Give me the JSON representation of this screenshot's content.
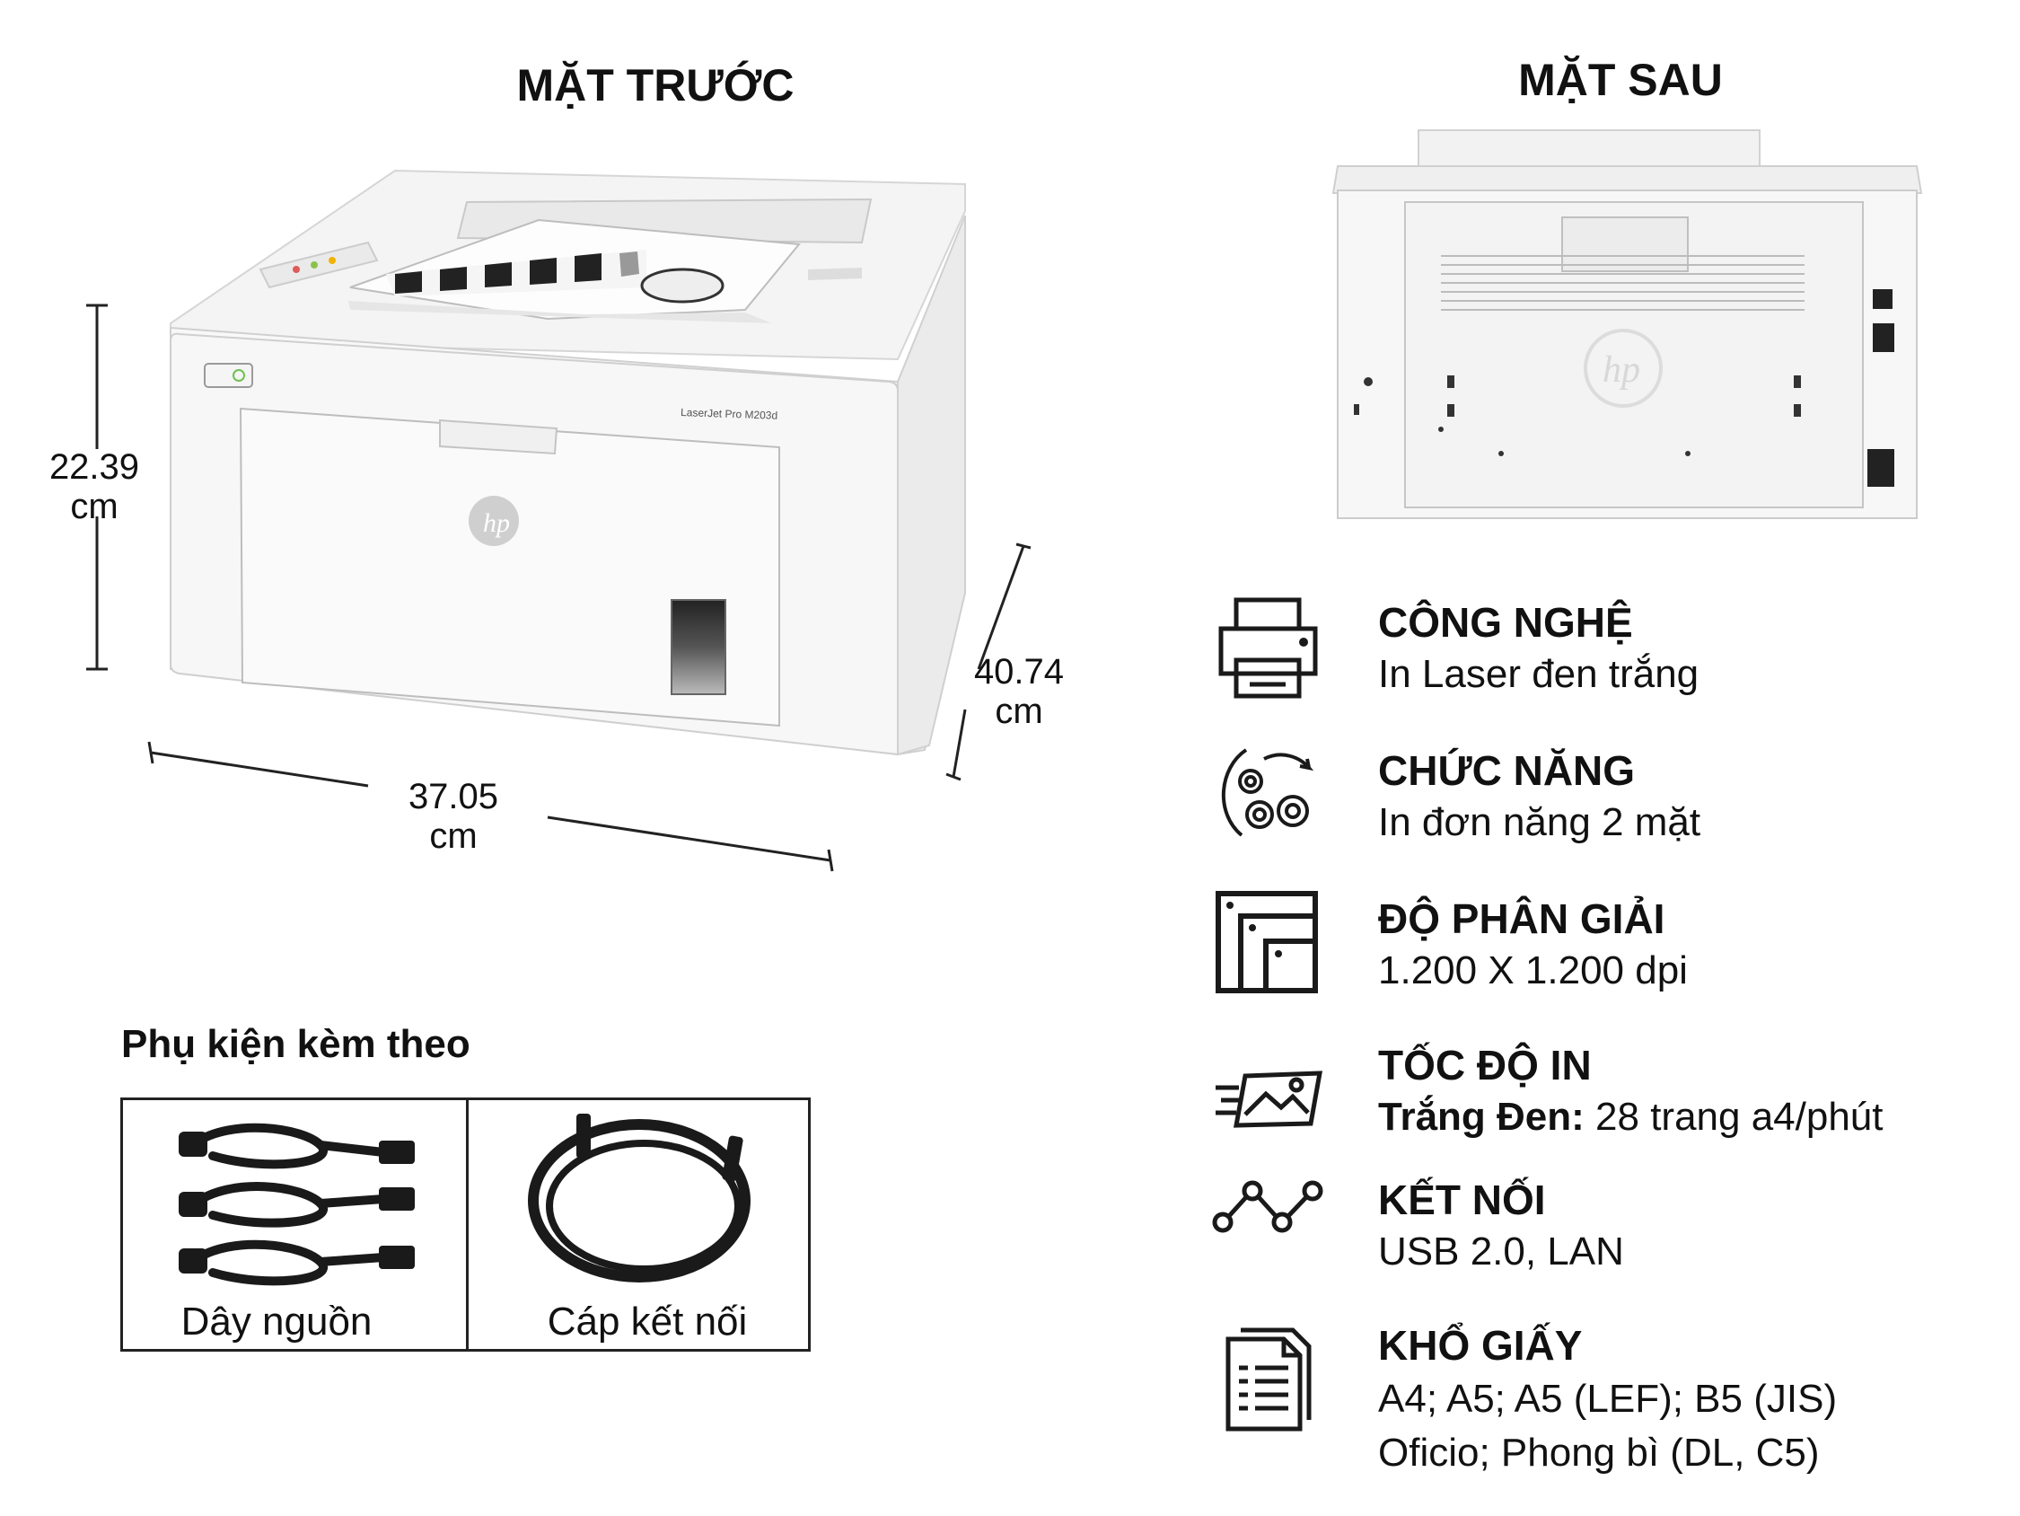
{
  "front": {
    "title": "MẶT TRƯỚC",
    "model_label": "LaserJet Pro M203d",
    "brand": "hp",
    "height_value": "22.39",
    "height_unit": "cm",
    "depth_value": "40.74",
    "depth_unit": "cm",
    "width_value": "37.05",
    "width_unit": "cm"
  },
  "back": {
    "title": "MẶT SAU",
    "brand": "hp"
  },
  "accessories": {
    "title": "Phụ kiện kèm theo",
    "items": [
      {
        "label": "Dây nguồn",
        "icon": "power-cord-icon"
      },
      {
        "label": "Cáp kết nối",
        "icon": "usb-cable-icon"
      }
    ]
  },
  "specs": [
    {
      "icon": "printer-icon",
      "title": "CÔNG NGHỆ",
      "value": "In Laser đen trắng"
    },
    {
      "icon": "gears-icon",
      "title": "CHỨC NĂNG",
      "value": "In đơn năng 2 mặt"
    },
    {
      "icon": "resolution-icon",
      "title": "ĐỘ PHÂN GIẢI",
      "value": "1.200 X 1.200 dpi"
    },
    {
      "icon": "speed-icon",
      "title": "TỐC ĐỘ IN",
      "value_label": "Trắng Đen:",
      "value": " 28 trang a4/phút"
    },
    {
      "icon": "connection-icon",
      "title": "KẾT NỐI",
      "value": "USB 2.0, LAN"
    },
    {
      "icon": "paper-icon",
      "title": "KHỔ GIẤY",
      "value": "A4; A5; A5 (LEF); B5 (JIS)",
      "value2": "Oficio; Phong bì (DL, C5)"
    }
  ]
}
